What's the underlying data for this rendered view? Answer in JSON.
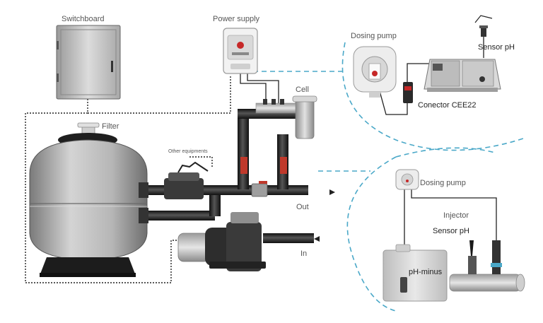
{
  "labels": {
    "switchboard": "Switchboard",
    "power_supply": "Power supply",
    "cell": "Cell",
    "filter": "Filter",
    "other_equipments": "Other equipments",
    "out": "Out",
    "in": "In",
    "dosing_pump_top": "Dosing pump",
    "sensor_ph_top": "Sensor pH",
    "conector": "Conector CEE22",
    "dosing_pump_bottom": "Dosing pump",
    "injector": "Injector",
    "sensor_ph_bottom": "Sensor pH",
    "ph_minus": "pH-minus"
  },
  "colors": {
    "dashed_link": "#4aa8c8",
    "control_wire": "#222222",
    "pipe": "#2e2e2e"
  },
  "icons": [
    "switchboard-cabinet",
    "power-supply-unit",
    "electrolysis-cell",
    "sand-filter",
    "pump-motor",
    "dosing-pump",
    "controller-box",
    "ph-sensor-probe",
    "injector",
    "ph-minus-tank"
  ]
}
